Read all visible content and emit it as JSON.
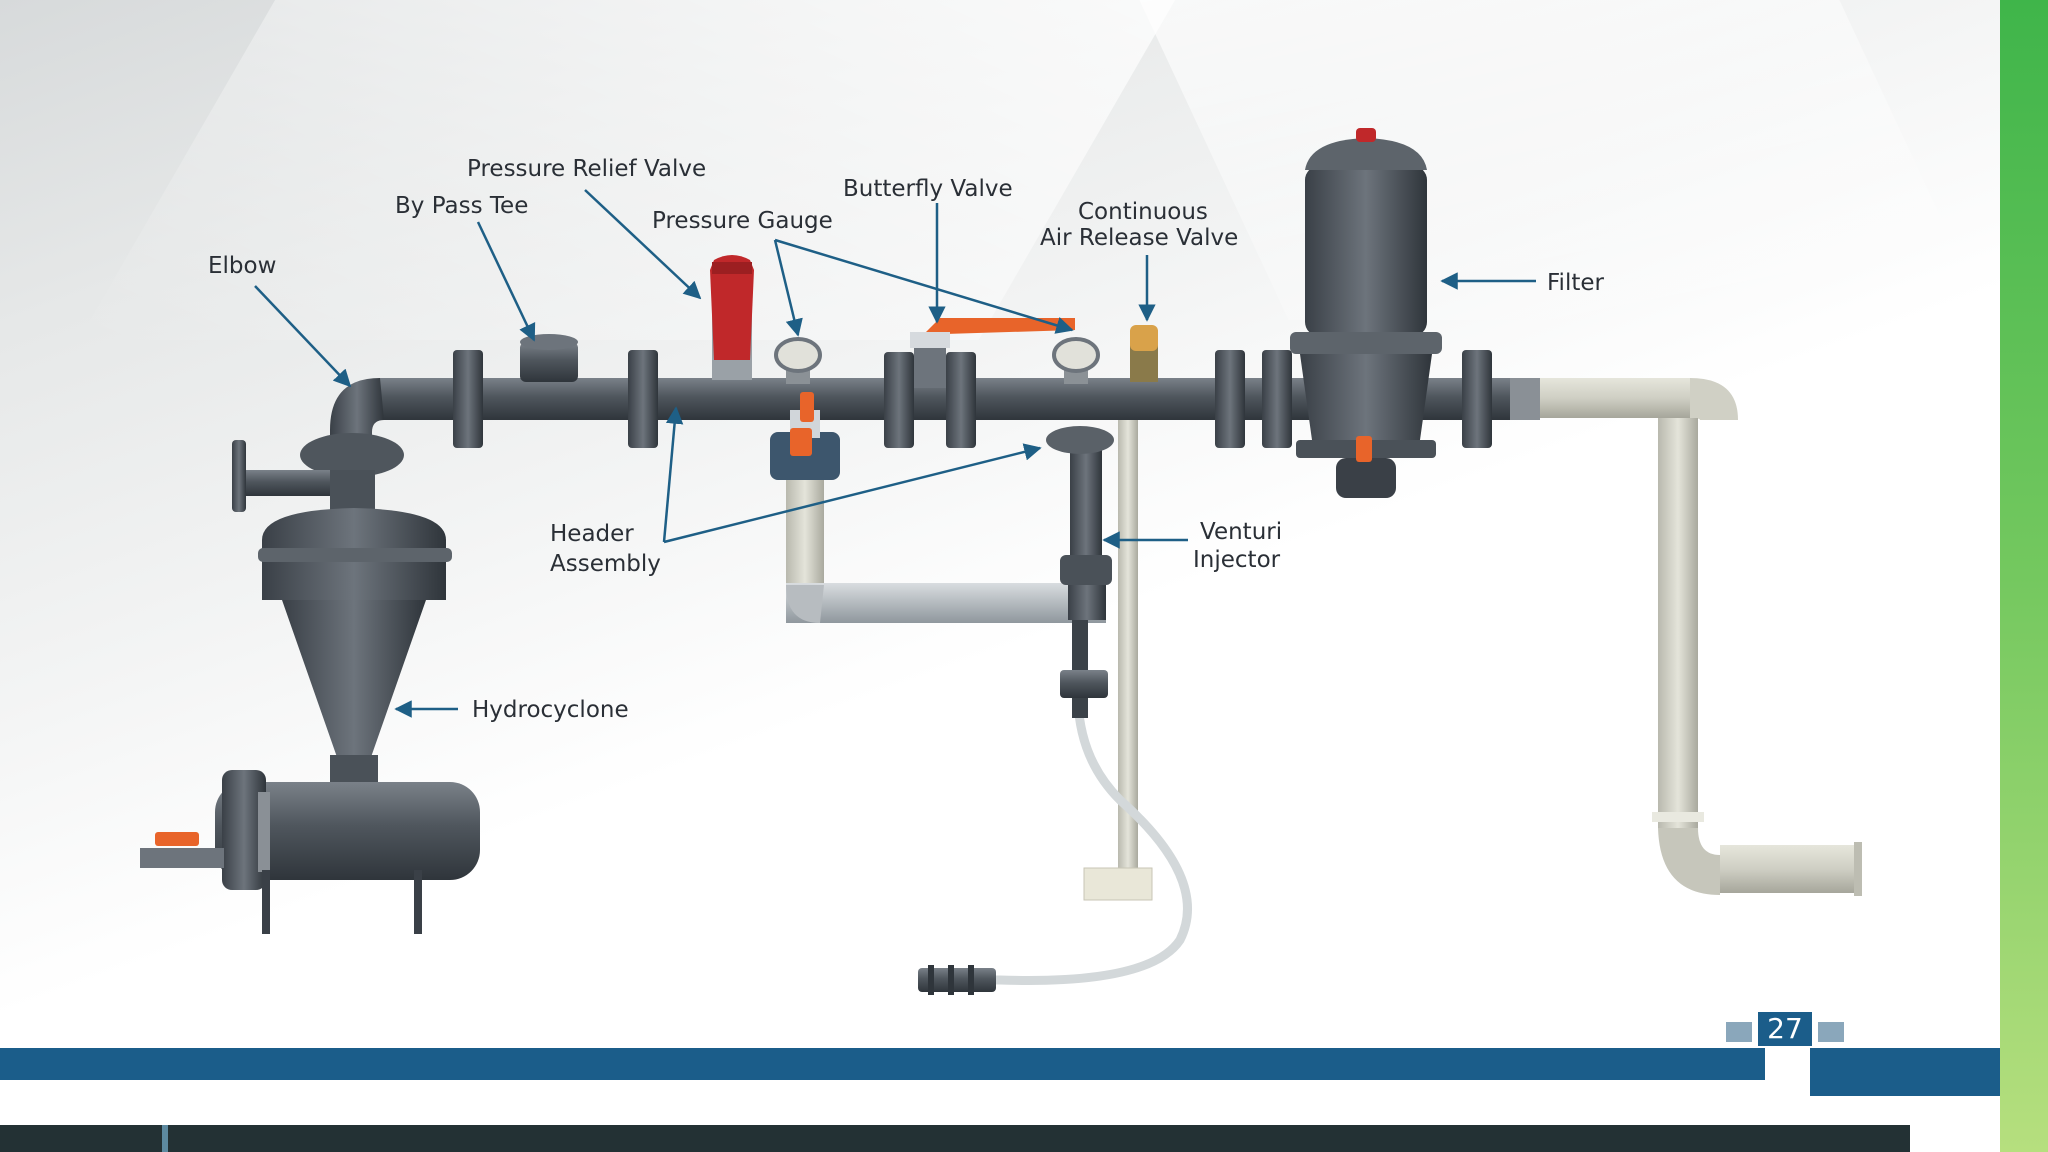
{
  "diagram": {
    "labels": {
      "elbow": "Elbow",
      "bypass_tee": "By Pass Tee",
      "pressure_relief_valve": "Pressure Relief Valve",
      "pressure_gauge": "Pressure Gauge",
      "butterfly_valve": "Butterfly Valve",
      "air_release_line1": "Continuous",
      "air_release_line2": "Air Release Valve",
      "filter": "Filter",
      "header_line1": "Header",
      "header_line2": "Assembly",
      "venturi_line1": "Venturi",
      "venturi_line2": "Injector",
      "hydrocyclone": "Hydrocyclone"
    }
  },
  "footer": {
    "page_number": "27"
  },
  "colors": {
    "pipe_dark": "#4f565d",
    "pipe_light": "#d6d6cc",
    "valve_orange": "#e8642a",
    "relief_red": "#c0282a",
    "band_blue": "#1b5d8a",
    "accent_green": "#3fb54a",
    "arrow_blue": "#1e5f86"
  }
}
